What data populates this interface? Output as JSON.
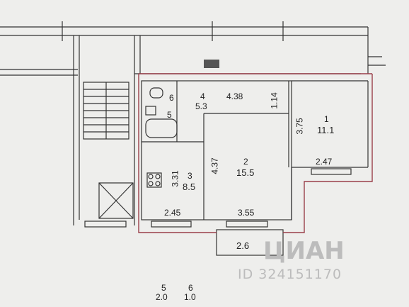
{
  "floor_plan": {
    "rooms": [
      {
        "number": "1",
        "area": "11.1",
        "dims": [
          "3.75",
          "2.47"
        ]
      },
      {
        "number": "2",
        "area": "15.5",
        "dims": [
          "4.37",
          "3.55"
        ]
      },
      {
        "number": "3",
        "area": "8.5",
        "dims": [
          "3.31",
          "2.45"
        ]
      },
      {
        "number": "4",
        "area": "5.3",
        "dims": [
          "4.38",
          "1.14"
        ]
      },
      {
        "number": "5",
        "area": ""
      },
      {
        "number": "6",
        "area": ""
      }
    ],
    "balcony_dim": "2.6",
    "legend": [
      {
        "number": "5",
        "area": "2.0"
      },
      {
        "number": "6",
        "area": "1.0"
      }
    ]
  },
  "watermark": {
    "brand": "ЦИАН",
    "id": "ID 324151170"
  },
  "colors": {
    "wall": "#333333",
    "boundary": "#9a3f4a",
    "paper": "#eeeeec"
  }
}
